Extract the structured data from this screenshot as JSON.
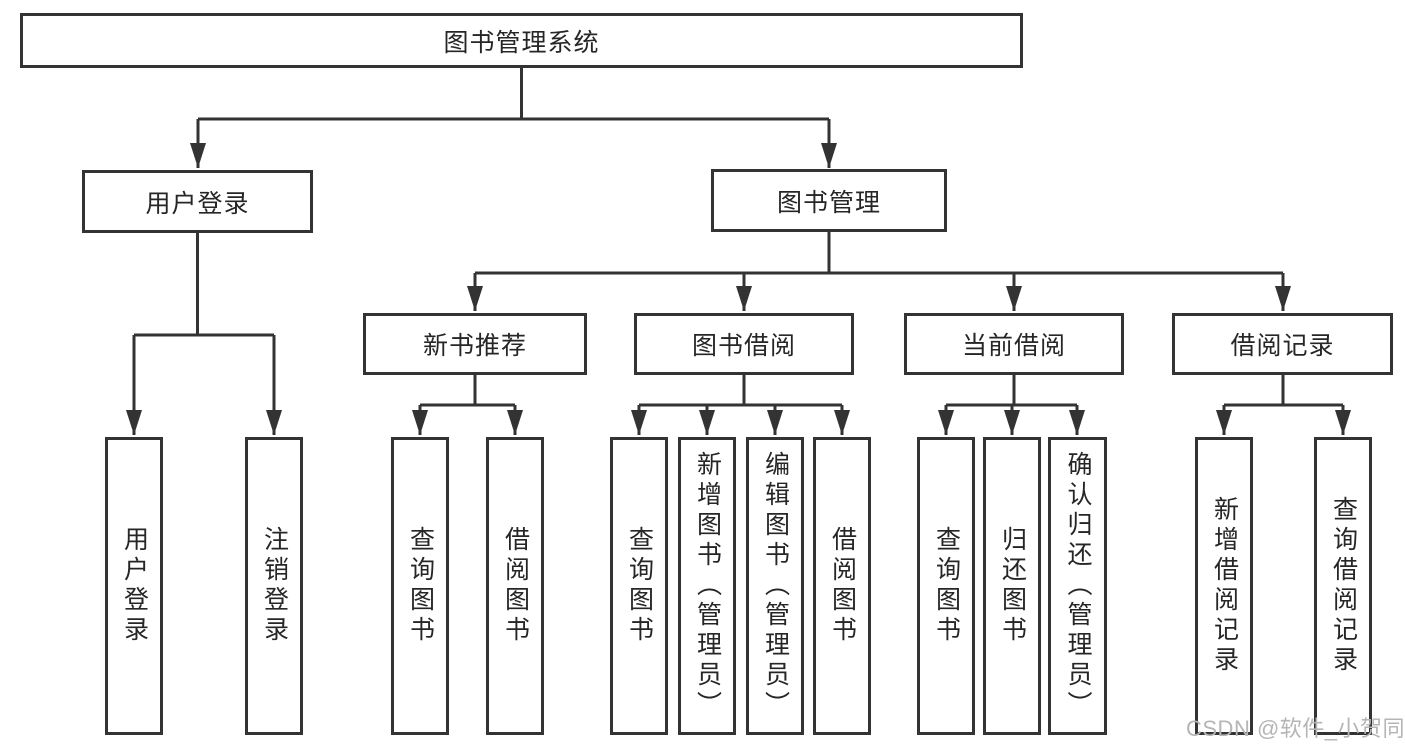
{
  "colors": {
    "line": "#333333",
    "box_border": "#333333",
    "text": "#262626",
    "watermark": "#b5b5b5",
    "background": "#ffffff"
  },
  "tree": {
    "root": {
      "label": "图书管理系统"
    },
    "branches": [
      {
        "label": "用户登录",
        "children": [
          "用户登录",
          "注销登录"
        ]
      },
      {
        "label": "图书管理",
        "groups": [
          {
            "label": "新书推荐",
            "children": [
              "查询图书",
              "借阅图书"
            ]
          },
          {
            "label": "图书借阅",
            "children": [
              "查询图书",
              "新增图书（管理员）",
              "编辑图书（管理员）",
              "借阅图书"
            ]
          },
          {
            "label": "当前借阅",
            "children": [
              "查询图书",
              "归还图书",
              "确认归还（管理员）"
            ]
          },
          {
            "label": "借阅记录",
            "children": [
              "新增借阅记录",
              "查询借阅记录"
            ]
          }
        ]
      }
    ]
  },
  "watermark": {
    "text": "CSDN @软件_小贺同学"
  }
}
